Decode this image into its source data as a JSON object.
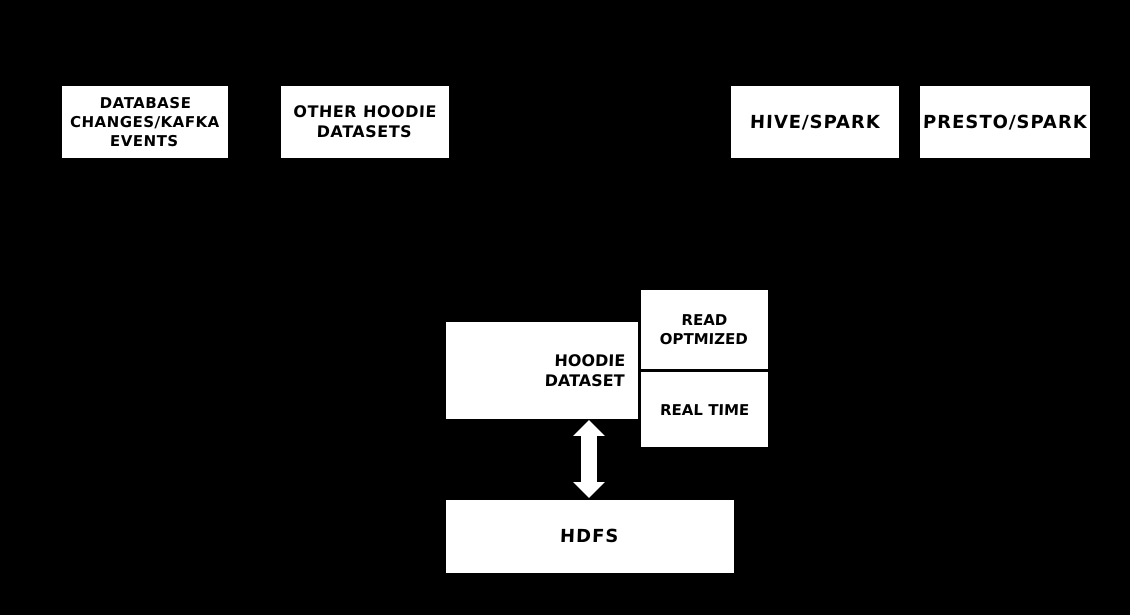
{
  "colors": {
    "background": "#000000",
    "box_fill": "#ffffff",
    "box_text": "#000000",
    "arrow_fill": "#ffffff"
  },
  "diagram": {
    "sources": {
      "database_changes": {
        "label": "DATABASE\nCHANGES/KAFKA\nEVENTS"
      },
      "other_datasets": {
        "label": "OTHER HOODIE\nDATASETS"
      }
    },
    "query_engines": {
      "hive_spark": {
        "label": "HIVE/SPARK"
      },
      "presto_spark": {
        "label": "PRESTO/SPARK"
      }
    },
    "core": {
      "hoodie_dataset": {
        "label": "HOODIE\nDATASET"
      },
      "views": {
        "read_optimized": {
          "label": "READ\nOPTMIZED"
        },
        "real_time": {
          "label": "REAL TIME"
        }
      }
    },
    "storage": {
      "hdfs": {
        "label": "HDFS"
      }
    },
    "connections": [
      {
        "from": "hoodie_dataset",
        "to": "hdfs",
        "style": "bidirectional-arrow"
      }
    ]
  }
}
